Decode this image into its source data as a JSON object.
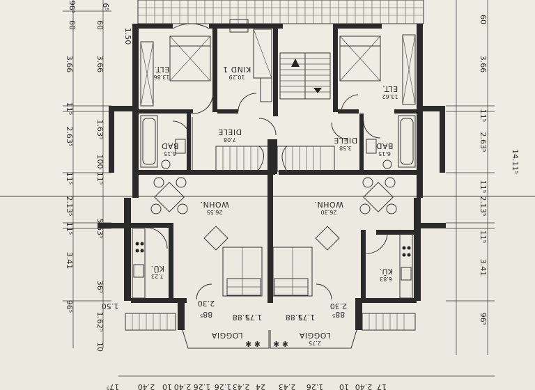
{
  "rooms": {
    "elt_left": {
      "name": "ELT.",
      "area": "13.86"
    },
    "kind1": {
      "name": "KIND 1",
      "area": "10.29"
    },
    "elt_right": {
      "name": "ELT.",
      "area": "13.62"
    },
    "diele_left": {
      "name": "DIELE",
      "area": "7.08"
    },
    "diele_right": {
      "name": "DIELE",
      "area": "3.58"
    },
    "bad_left": {
      "name": "BAD",
      "area": "6.15"
    },
    "bad_right": {
      "name": "BAD",
      "area": "6.15"
    },
    "wohn_left": {
      "name": "WOHN.",
      "area": "26.55"
    },
    "wohn_right": {
      "name": "WOHN.",
      "area": "26.30"
    },
    "ku_left": {
      "name": "KÜ.",
      "area": "7.23"
    },
    "ku_right": {
      "name": "KÜ.",
      "area": "6.83"
    },
    "loggia_left": {
      "name": "LOGGIA",
      "area": ""
    },
    "loggia_right": {
      "name": "LOGGIA",
      "area": "2.75"
    }
  },
  "dimensions": {
    "left_a": [
      "3.66",
      "11⁵",
      "2.63⁵",
      "11⁵",
      "2.13⁵",
      "11⁵",
      "3.41",
      "96⁵"
    ],
    "left_b": [
      "60",
      "3.66",
      "1.63⁵",
      "100",
      "11⁵",
      "5.63⁵",
      "36⁵",
      "1.62⁵",
      "10"
    ],
    "right_a": [
      "60",
      "3.66",
      "11⁵",
      "2.63⁵",
      "11⁵",
      "2.13⁵",
      "11⁵",
      "3.41",
      "96⁵"
    ],
    "right_total": "14.11⁵",
    "top": [
      "96⁵",
      "60",
      "6⁵",
      "1.50"
    ],
    "bottom": [
      "17⁵",
      "2.40",
      "10",
      "2.40",
      "1.26",
      "1.26",
      "2.43",
      "24",
      "2.43",
      "1.26",
      "10",
      "2.40",
      "17"
    ],
    "inner": [
      "1.50",
      "2.30",
      "88⁵",
      "1.88",
      "1.75",
      "2.30",
      "88⁵",
      "1.88",
      "1.75"
    ]
  }
}
